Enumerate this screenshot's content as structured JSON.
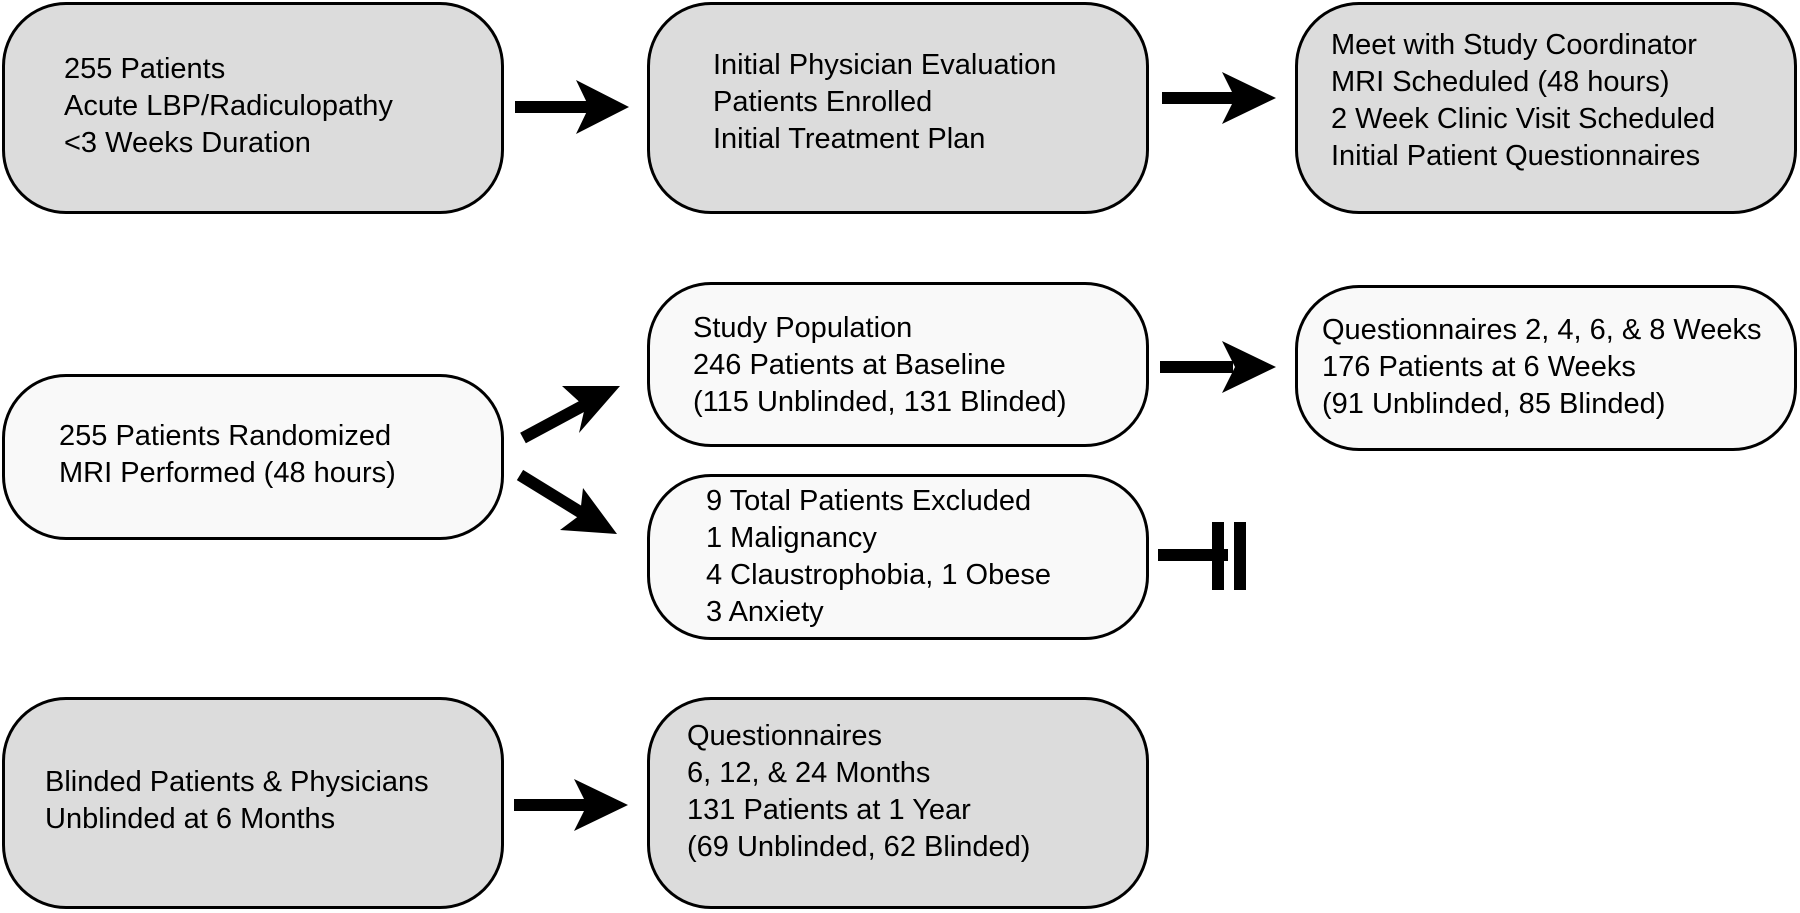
{
  "boxes": {
    "intake": {
      "lines": [
        "255 Patients",
        "Acute LBP/Radiculopathy",
        "<3 Weeks Duration"
      ]
    },
    "evaluation": {
      "lines": [
        "Initial Physician Evaluation",
        "Patients Enrolled",
        "Initial Treatment Plan"
      ]
    },
    "coordinator": {
      "lines": [
        "Meet with Study Coordinator",
        "MRI Scheduled (48 hours)",
        "2 Week Clinic Visit Scheduled",
        "Initial Patient Questionnaires"
      ]
    },
    "randomized": {
      "lines": [
        "255 Patients Randomized",
        "MRI Performed (48 hours)"
      ]
    },
    "study_population": {
      "lines": [
        "Study Population",
        "246 Patients at Baseline",
        "(115 Unblinded, 131 Blinded)"
      ]
    },
    "six_weeks": {
      "lines": [
        "Questionnaires 2, 4, 6, & 8 Weeks",
        "176  Patients at 6 Weeks",
        "(91 Unblinded, 85 Blinded)"
      ]
    },
    "excluded": {
      "lines": [
        "9 Total Patients Excluded",
        "1 Malignancy",
        "4 Claustrophobia, 1 Obese",
        "3 Anxiety"
      ]
    },
    "unblinded": {
      "lines": [
        "Blinded Patients & Physicians",
        "Unblinded at 6 Months"
      ]
    },
    "long_term": {
      "lines": [
        "Questionnaires",
        "6, 12, & 24 Months",
        "131 Patients at 1 Year",
        "(69 Unblinded, 62 Blinded)"
      ]
    }
  },
  "colors": {
    "dark_fill": "#dcdcdc",
    "light_fill": "#f9f9f9",
    "stroke": "#000000"
  }
}
